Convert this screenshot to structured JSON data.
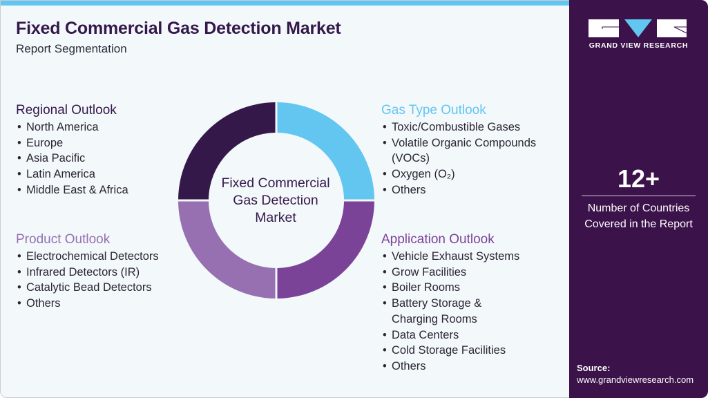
{
  "header": {
    "title": "Fixed Commercial Gas Detection Market",
    "subtitle": "Report Segmentation"
  },
  "center": {
    "label_line1": "Fixed Commercial",
    "label_line2": "Gas Detection",
    "label_line3": "Market"
  },
  "segments": {
    "regional": {
      "title": "Regional Outlook",
      "color": "#35184a",
      "items": [
        "North America",
        "Europe",
        "Asia Pacific",
        "Latin America",
        "Middle East & Africa"
      ]
    },
    "product": {
      "title": "Product Outlook",
      "color": "#9670b0",
      "items": [
        "Electrochemical Detectors",
        "Infrared Detectors (IR)",
        "Catalytic Bead Detectors",
        "Others"
      ]
    },
    "gas_type": {
      "title": "Gas Type Outlook",
      "color": "#62c6f1",
      "items": [
        "Toxic/Combustible Gases",
        "Volatile Organic Compounds",
        "(VOCs)",
        "Oxygen (O₂)",
        "Others"
      ]
    },
    "application": {
      "title": "Application Outlook",
      "color": "#7a4398",
      "items": [
        "Vehicle Exhaust Systems",
        "Grow Facilities",
        "Boiler Rooms",
        "Battery Storage &",
        "Charging Rooms",
        "Data Centers",
        "Cold Storage Facilities",
        "Others"
      ]
    }
  },
  "sidebar": {
    "brand": "GRAND VIEW RESEARCH",
    "stat_value": "12+",
    "stat_line1": "Number of Countries",
    "stat_line2": "Covered in the Report",
    "source_label": "Source:",
    "source_url": "www.grandviewresearch.com"
  },
  "colors": {
    "dark_purple": "#35184a",
    "light_blue": "#62c6f1",
    "medium_purple": "#7a4398",
    "lavender": "#9670b0",
    "sidebar_bg": "#3b1249",
    "background": "#f3f8fb"
  }
}
